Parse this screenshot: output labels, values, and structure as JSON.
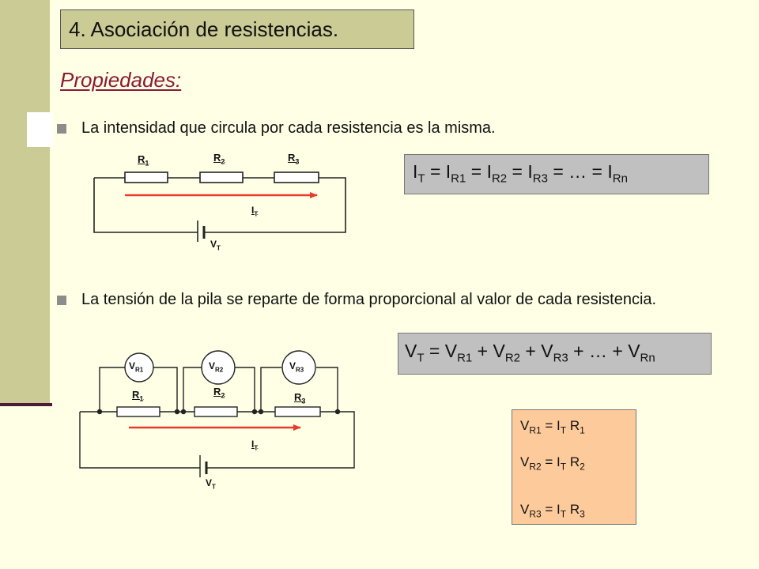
{
  "title": "4.  Asociación de resistencias.",
  "subtitle": "Propiedades:",
  "bullets": [
    "La intensidad que circula por cada resistencia es la misma.",
    "La tensión de la pila se reparte de forma proporcional al valor de cada resistencia."
  ],
  "current_equation": {
    "parts": [
      "I",
      "T",
      " = I",
      "R1",
      " = I",
      "R2",
      " = I",
      "R3",
      " = … = I",
      "Rn"
    ]
  },
  "voltage_equation": {
    "parts": [
      "V",
      "T",
      " = V",
      "R1",
      " + V",
      "R2",
      " + V",
      "R3",
      " + … + V",
      "Rn"
    ]
  },
  "ohm_equations": [
    {
      "v": "V",
      "vsub": "R1",
      "mid": " = I",
      "isub": "T",
      "r": " R",
      "rsub": "1"
    },
    {
      "v": "V",
      "vsub": "R2",
      "mid": " = I",
      "isub": "T",
      "r": " R",
      "rsub": "2"
    },
    {
      "v": "V",
      "vsub": "R3",
      "mid": " = I",
      "isub": "T",
      "r": " R",
      "rsub": "3"
    }
  ],
  "circuit1": {
    "resistors": [
      {
        "label": "R",
        "sub": "1"
      },
      {
        "label": "R",
        "sub": "2"
      },
      {
        "label": "R",
        "sub": "3"
      }
    ],
    "current": {
      "label": "I",
      "sub": "T"
    },
    "source": {
      "label": "V",
      "sub": "T"
    }
  },
  "circuit2": {
    "resistors": [
      {
        "label": "R",
        "sub": "1"
      },
      {
        "label": "R",
        "sub": "2"
      },
      {
        "label": "R",
        "sub": "3"
      }
    ],
    "voltmeters": [
      {
        "label": "V",
        "sub": "R1"
      },
      {
        "label": "V",
        "sub": "R2"
      },
      {
        "label": "V",
        "sub": "R3"
      }
    ],
    "current": {
      "label": "I",
      "sub": "T"
    },
    "source": {
      "label": "V",
      "sub": "T"
    }
  },
  "colors": {
    "background": "#ffffe6",
    "sidebar": "#cbcb95",
    "title_box": "#cbcb95",
    "subtitle": "#8b1a35",
    "gray_box": "#c0c0c0",
    "orange_box": "#fdca9b",
    "arrow": "#e83a2e"
  }
}
